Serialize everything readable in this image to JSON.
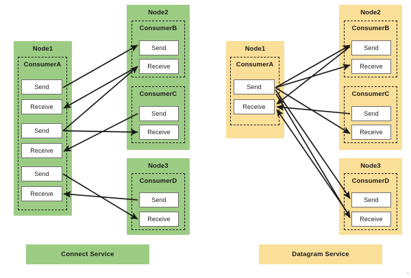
{
  "colors": {
    "connect_fill": "#9ccc84",
    "datagram_fill": "#fadf99",
    "box_border": "#6d6d6d",
    "dash_border": "#1a1a1a",
    "arrow": "#1a1a1a",
    "background": "#ffffff"
  },
  "labels": {
    "send": "Send",
    "receive": "Receive"
  },
  "connect_side": {
    "service_label": "Connect Service",
    "nodes": [
      {
        "name": "Node1",
        "consumers": [
          {
            "name": "ConsumerA",
            "ops": [
              "Send",
              "Receive",
              "Send",
              "Receive",
              "Send",
              "Receive"
            ]
          }
        ]
      },
      {
        "name": "Node2",
        "consumers": [
          {
            "name": "ConsumerB",
            "ops": [
              "Send",
              "Receive"
            ]
          },
          {
            "name": "ConsumerC",
            "ops": [
              "Send",
              "Receive"
            ]
          }
        ]
      },
      {
        "name": "Node3",
        "consumers": [
          {
            "name": "ConsumerD",
            "ops": [
              "Send",
              "Receive"
            ]
          }
        ]
      }
    ]
  },
  "datagram_side": {
    "service_label": "Datagram Service",
    "nodes": [
      {
        "name": "Node1",
        "consumers": [
          {
            "name": "ConsumerA",
            "ops": [
              "Send",
              "Receive"
            ]
          }
        ]
      },
      {
        "name": "Node2",
        "consumers": [
          {
            "name": "ConsumerB",
            "ops": [
              "Send",
              "Receive"
            ]
          },
          {
            "name": "ConsumerC",
            "ops": [
              "Send",
              "Receive"
            ]
          }
        ]
      },
      {
        "name": "Node3",
        "consumers": [
          {
            "name": "ConsumerD",
            "ops": [
              "Send",
              "Receive"
            ]
          }
        ]
      }
    ]
  }
}
